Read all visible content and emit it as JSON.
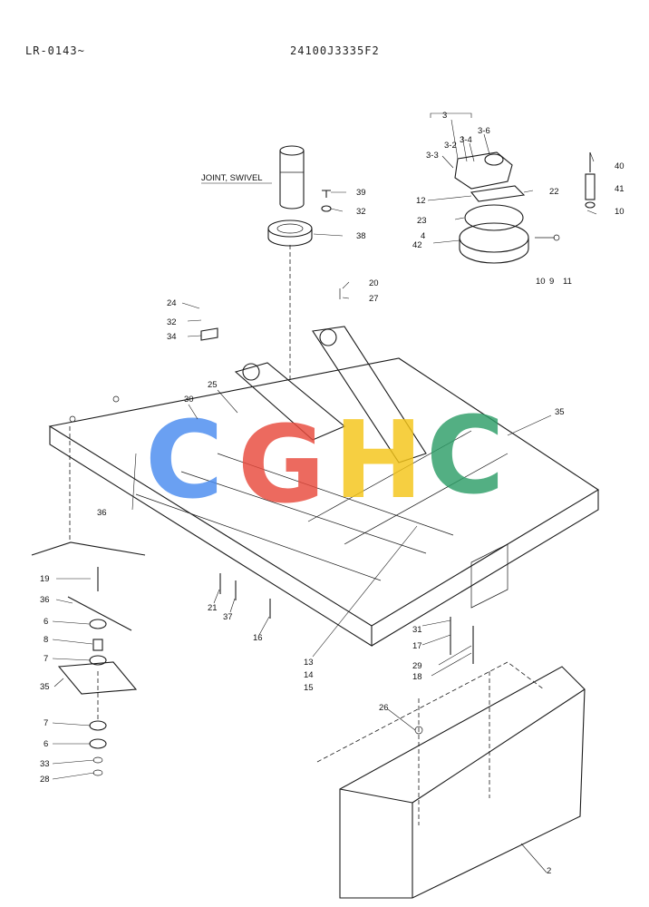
{
  "header": {
    "left": "LR-0143~",
    "center": "24100J3335F2"
  },
  "callout_joint": "JOINT, SWIVEL",
  "watermark": {
    "letters": [
      "C",
      "G",
      "H",
      "C"
    ],
    "colors": [
      "#4a8cf0",
      "#e84a3c",
      "#f5c518",
      "#2e9e68"
    ]
  },
  "labels": {
    "l3": "3",
    "l3_6": "3-6",
    "l3_4": "3-4",
    "l3_2": "3-2",
    "l3_3": "3-3",
    "l40": "40",
    "l22": "22",
    "l41": "41",
    "l12": "12",
    "l10a": "10",
    "l23": "23",
    "l4": "4",
    "l42": "42",
    "l10b": "10",
    "l9": "9",
    "l11": "11",
    "l39": "39",
    "l32a": "32",
    "l38": "38",
    "l20": "20",
    "l27": "27",
    "l24": "24",
    "l32b": "32",
    "l34": "34",
    "l25": "25",
    "l30": "30",
    "l35a": "35",
    "l36a": "36",
    "l19": "19",
    "l36b": "36",
    "l6a": "6",
    "l8": "8",
    "l7a": "7",
    "l35b": "35",
    "l7b": "7",
    "l6b": "6",
    "l33": "33",
    "l28": "28",
    "l21": "21",
    "l37": "37",
    "l16": "16",
    "l13": "13",
    "l14": "14",
    "l15": "15",
    "l31": "31",
    "l17": "17",
    "l29": "29",
    "l18": "18",
    "l26": "26",
    "l2": "2"
  }
}
